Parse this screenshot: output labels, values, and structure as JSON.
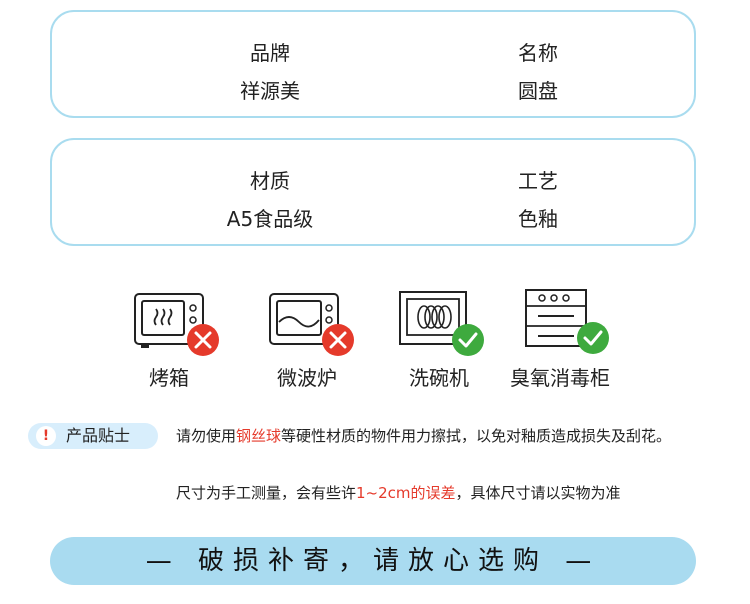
{
  "card1": {
    "left_label": "品牌",
    "left_value": "祥源美",
    "right_label": "名称",
    "right_value": "圆盘"
  },
  "card2": {
    "left_label": "材质",
    "left_value": "A5食品级",
    "right_label": "工艺",
    "right_value": "色釉"
  },
  "usage": [
    {
      "label": "烤箱",
      "icon": "oven-icon",
      "status": "not-allowed"
    },
    {
      "label": "微波炉",
      "icon": "microwave-icon",
      "status": "not-allowed"
    },
    {
      "label": "洗碗机",
      "icon": "dishwasher-icon",
      "status": "allowed"
    },
    {
      "label": "臭氧消毒柜",
      "icon": "disinfection-cabinet-icon",
      "status": "allowed"
    }
  ],
  "tips": {
    "title": "产品贴士",
    "line1_pre": "请勿使用",
    "line1_red": "钢丝球",
    "line1_post": "等硬性材质的物件用力擦拭，以免对釉质造成损失及刮花。",
    "line2_pre": "尺寸为手工测量，会有些许",
    "line2_red": "1~2cm的误差",
    "line2_post": "，具体尺寸请以实物为准"
  },
  "banner": {
    "text": "— 破损补寄，请放心选购 —"
  },
  "colors": {
    "accent": "#a9dcef",
    "red": "#e53a2b",
    "green": "#3eaa3e"
  }
}
